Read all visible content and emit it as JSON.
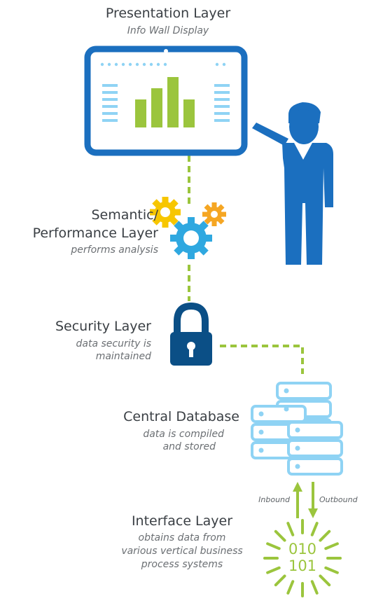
{
  "colors": {
    "blue_dark": "#1b6fbf",
    "blue_light": "#8fd3f4",
    "green": "#9bc53d",
    "yellow": "#f7c600",
    "orange": "#f5a623",
    "cyan": "#2fa8e0",
    "navy": "#0b4f86",
    "dash": "#9bc53d"
  },
  "presentation": {
    "title": "Presentation Layer",
    "subtitle": "Info Wall Display"
  },
  "semantic": {
    "title_line1": "Semantic/",
    "title_line2": "Performance Layer",
    "subtitle": "performs analysis"
  },
  "security": {
    "title": "Security Layer",
    "subtitle_line1": "data security is",
    "subtitle_line2": "maintained"
  },
  "database": {
    "title": "Central Database",
    "subtitle_line1": "data is compiled",
    "subtitle_line2": "and stored"
  },
  "flow": {
    "inbound": "Inbound",
    "outbound": "Outbound"
  },
  "interface": {
    "title": "Interface Layer",
    "subtitle_line1": "obtains data from",
    "subtitle_line2": "various vertical business",
    "subtitle_line3": "process systems",
    "binary_line1": "010",
    "binary_line2": "101"
  },
  "icons": [
    "monitor-chart-icon",
    "presenter-person-icon",
    "gears-icon",
    "padlock-icon",
    "server-stack-icon",
    "inbound-arrow-icon",
    "outbound-arrow-icon",
    "binary-sunburst-icon"
  ]
}
